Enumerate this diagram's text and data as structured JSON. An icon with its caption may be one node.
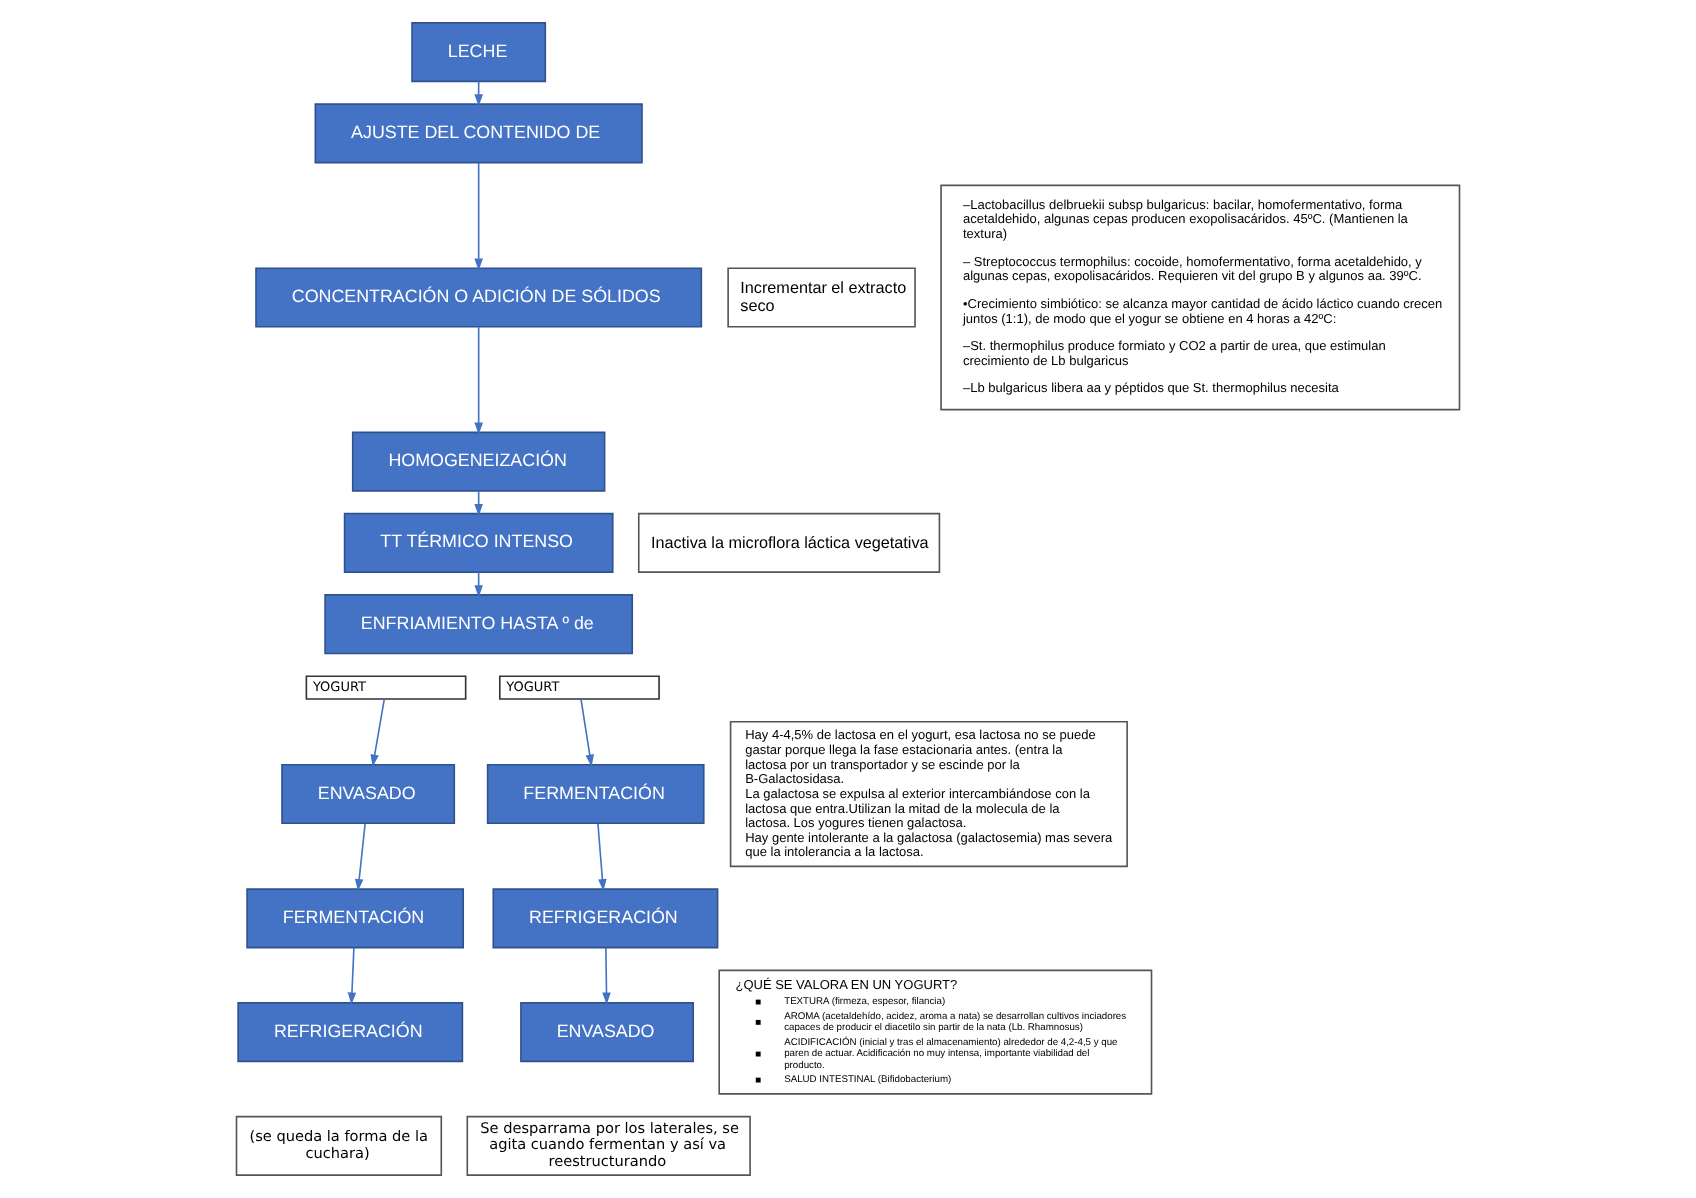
{
  "diagram": {
    "nodes": [
      {
        "text": [
          "LECHE"
        ]
      },
      {
        "text": [
          "AJUSTE DEL CONTENIDO DE"
        ]
      },
      {
        "text": [
          "CONCENTRACIÓN O ADICIÓN DE SÓLIDOS"
        ]
      },
      {
        "text": [
          "Incrementar el extracto seco"
        ]
      },
      {
        "text": [
          "HOMOGENEIZACIÓN"
        ]
      },
      {
        "text": [
          "TT TÉRMICO INTENSO"
        ]
      },
      {
        "text": [
          "Inactiva la microflora láctica vegetativa"
        ]
      },
      {
        "text": [
          "ENFRIAMIENTO HASTA º de"
        ]
      },
      {
        "text": [
          "YOGURT"
        ]
      },
      {
        "text": [
          "YOGURT"
        ]
      },
      {
        "text": [
          "ENVASADO"
        ]
      },
      {
        "text": [
          "FERMENTACIÓN"
        ]
      },
      {
        "text": [
          "FERMENTACIÓN"
        ]
      },
      {
        "text": [
          "REFRIGERACIÓN"
        ]
      },
      {
        "text": [
          "(se queda la forma de la cuchara)"
        ]
      },
      {
        "text": [
          "REFRIGERACIÓN"
        ]
      },
      {
        "text": [
          "ENVASADO"
        ]
      },
      {
        "text": [
          "Se desparrama por los laterales, se agita cuando fermentan y así va reestructurando"
        ]
      },
      {
        "text": [
          "–Lactobacillus delbruekii subsp bulgaricus: bacilar, homofermentativo, forma acetaldehido, algunas cepas producen exopolisacáridos. 45ºC. (Mantienen la textura)",
          "– Streptococcus termophilus: cocoide, homofermentativo, forma acetaldehido, y algunas cepas, exopolisacáridos. Requieren vit del grupo B y algunos aa. 39ºC.",
          "•Crecimiento simbiótico: se alcanza mayor cantidad de ácido láctico cuando crecen juntos (1:1), de modo que el yogur se obtiene en 4 horas a 42ºC:",
          "–St. thermophilus produce formiato y CO2 a partir de urea, que estimulan crecimiento de Lb bulgaricus",
          "–Lb bulgaricus libera aa y péptidos que St. thermophilus necesita"
        ]
      },
      {
        "text": [
          "Hay 4-4,5% de lactosa en el yogurt, esa lactosa no se puede gastar porque llega la fase estacionaria antes. (entra la lactosa por un transportador y se escinde por la B-Galactosidasa.",
          "La galactosa se expulsa al exterior intercambiándose con la lactosa que entra.Utilizan la mitad de la molecula de la lactosa. Los yogures tienen galactosa.",
          "Hay gente intolerante a la galactosa (galactosemia) mas severa que la intolerancia a la lactosa."
        ]
      },
      {
        "text": [
          "¿QUÉ SE VALORA EN UN YOGURT?",
          "TEXTURA (firmeza, espesor, filancia)",
          "AROMA (acetaldehído, acidez, aroma a nata) se desarrollan cultivos inciadores capaces de producir el diacetilo sin partir de la nata (Lb. Rhamnosus)",
          "ACIDIFICACIÓN (inicial y tras el almacenamiento) alrededor de 4,2-4,5 y que paren de actuar. Acidificación no muy intensa, importante viabilidad del producto.",
          "SALUD INTESTINAL (Bifidobacterium)"
        ]
      }
    ],
    "edges": [
      {
        "from": 0,
        "to": 1,
        "arrow": "to"
      },
      {
        "from": 1,
        "to": 2,
        "arrow": "to"
      },
      {
        "from": 2,
        "to": 4,
        "arrow": "to"
      },
      {
        "from": 4,
        "to": 5,
        "arrow": "to"
      },
      {
        "from": 5,
        "to": 7,
        "arrow": "to"
      },
      {
        "from": 8,
        "to": 10,
        "arrow": "to"
      },
      {
        "from": 10,
        "to": 11,
        "arrow": "to"
      },
      {
        "from": 11,
        "to": 13,
        "arrow": "to"
      },
      {
        "from": 9,
        "to": 12,
        "arrow": "to"
      },
      {
        "from": 12,
        "to": 15,
        "arrow": "to"
      },
      {
        "from": 15,
        "to": 16,
        "arrow": "to"
      }
    ]
  }
}
